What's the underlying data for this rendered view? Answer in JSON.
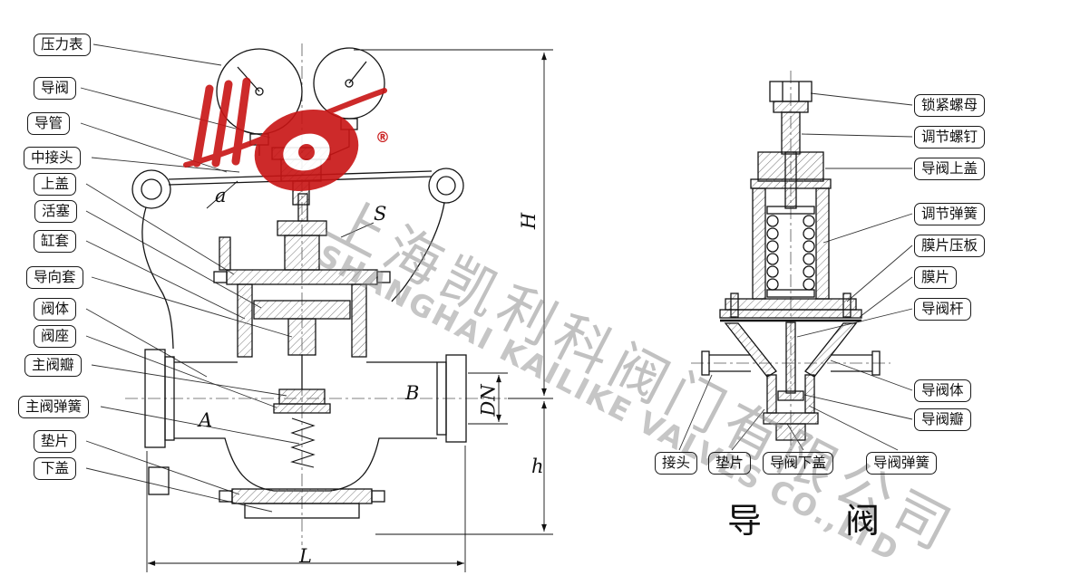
{
  "watermark": {
    "company_cn": "上海凯利科阀门有限公司",
    "company_en": "SHANGHAI KAILIKE VALVES CO.,LTD",
    "registered": "®"
  },
  "main_valve": {
    "part_labels": [
      "压力表",
      "导阀",
      "导管",
      "中接头",
      "上盖",
      "活塞",
      "缸套",
      "导向套",
      "阀体",
      "阀座",
      "主阀瓣",
      "主阀弹簧",
      "垫片",
      "下盖"
    ],
    "dimensions": {
      "a": "a",
      "S": "S",
      "H": "H",
      "B": "B",
      "DN": "DN",
      "A": "A",
      "h": "h",
      "L": "L"
    }
  },
  "pilot_valve": {
    "part_labels_right": [
      "锁紧螺母",
      "调节螺钉",
      "导阀上盖",
      "调节弹簧",
      "膜片压板",
      "膜片",
      "导阀杆",
      "导阀体",
      "导阀瓣"
    ],
    "part_labels_bottom": [
      "接头",
      "垫片",
      "导阀下盖",
      "导阀弹簧"
    ],
    "caption": "导阀"
  }
}
